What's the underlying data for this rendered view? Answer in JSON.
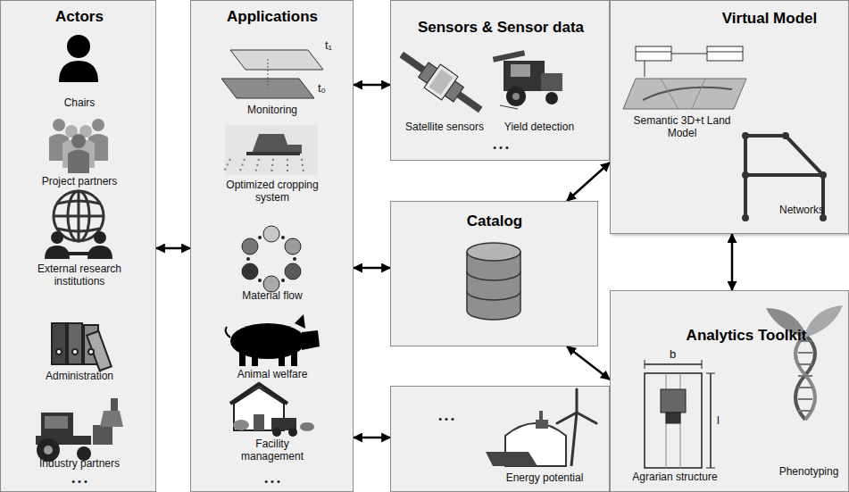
{
  "diagram": {
    "nodes": [
      {
        "text": [
          "Actors",
          "Chairs",
          "Project partners",
          "External research institutions",
          "Administration",
          "Industry partners",
          "• • •"
        ]
      },
      {
        "text": [
          "Applications",
          "Monitoring",
          "Optimized cropping system",
          "Material flow",
          "Animal welfare",
          "Facility management",
          "• • •"
        ]
      },
      {
        "text": [
          "Sensors & Sensor data",
          "Satellite sensors",
          "Yield detection",
          "• • •"
        ]
      },
      {
        "text": [
          "Virtual Model",
          "Semantic 3D+t Land Model",
          "Networks"
        ]
      },
      {
        "text": [
          "Catalog"
        ]
      },
      {
        "text": [
          "Analytics Toolkit",
          "Agrarian structure",
          "Phenotyping"
        ]
      },
      {
        "text": [
          "• • •",
          "Energy potential"
        ]
      }
    ],
    "edges": [
      {
        "from": 0,
        "to": 1,
        "arrow": "both"
      },
      {
        "from": 1,
        "to": 2,
        "arrow": "both"
      },
      {
        "from": 1,
        "to": 4,
        "arrow": "both"
      },
      {
        "from": 1,
        "to": 6,
        "arrow": "both"
      },
      {
        "from": 4,
        "to": 3,
        "arrow": "both"
      },
      {
        "from": 3,
        "to": 5,
        "arrow": "both"
      },
      {
        "from": 4,
        "to": 5,
        "arrow": "both"
      }
    ],
    "labels": [
      "t₁",
      "t₀",
      "b",
      "l"
    ]
  }
}
